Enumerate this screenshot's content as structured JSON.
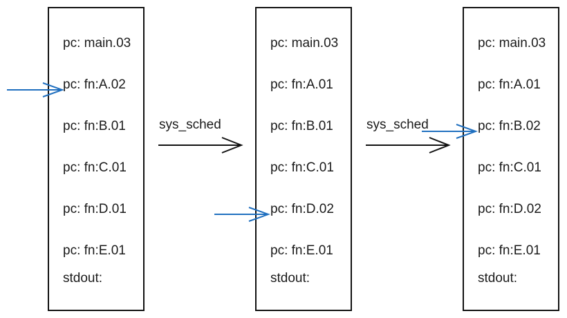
{
  "states": [
    {
      "lines": [
        "pc: main.03",
        "pc: fn:A.02",
        "pc: fn:B.01",
        "pc: fn:C.01",
        "pc: fn:D.01",
        "pc: fn:E.01",
        "stdout:"
      ]
    },
    {
      "lines": [
        "pc: main.03",
        "pc: fn:A.01",
        "pc: fn:B.01",
        "pc: fn:C.01",
        "pc: fn:D.02",
        "pc: fn:E.01",
        "stdout:"
      ]
    },
    {
      "lines": [
        "pc: main.03",
        "pc: fn:A.01",
        "pc: fn:B.02",
        "pc: fn:C.01",
        "pc: fn:D.02",
        "pc: fn:E.01",
        "stdout:"
      ]
    }
  ],
  "transitions": [
    {
      "label": "sys_sched"
    },
    {
      "label": "sys_sched"
    }
  ],
  "colors": {
    "pointer_arrow": "#1f6fbf",
    "transition_arrow": "#111111",
    "box_border": "#111111"
  }
}
